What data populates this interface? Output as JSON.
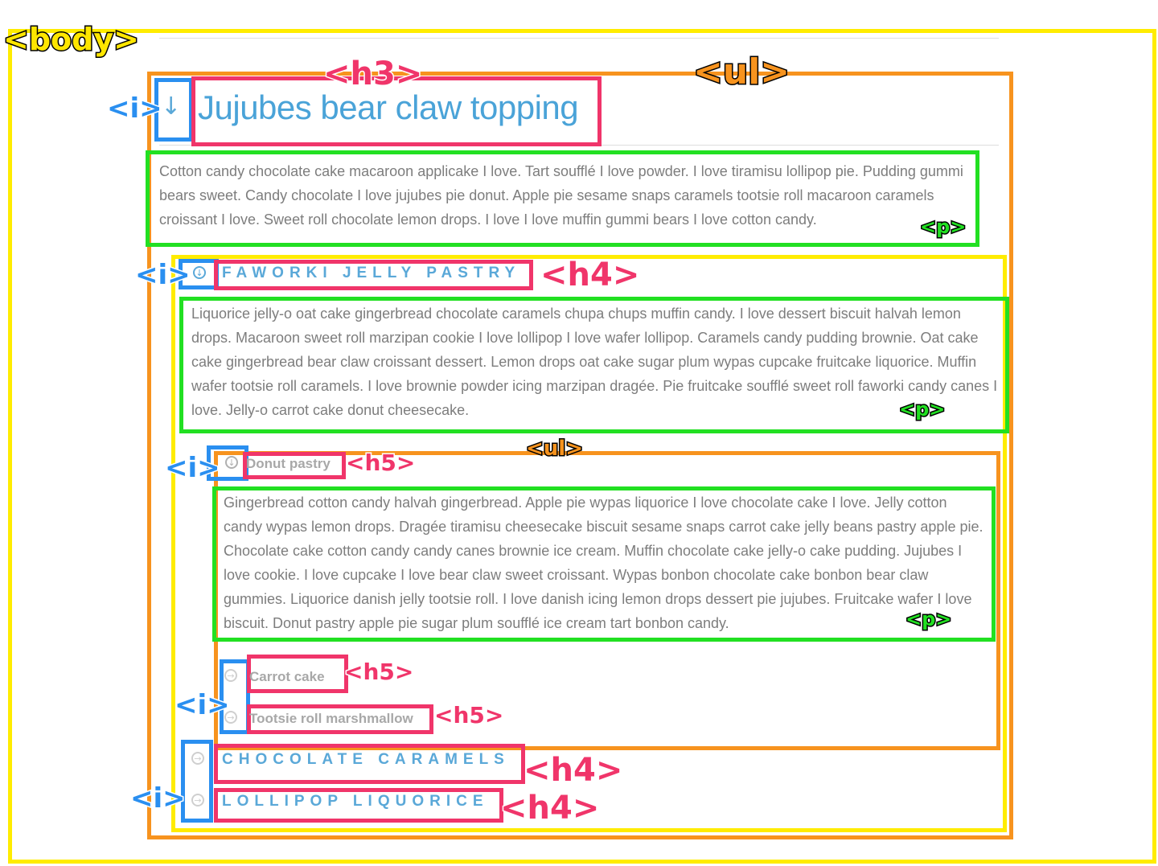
{
  "annotations": {
    "body": "<body>",
    "ul_outer": "<ul>",
    "ul_inner": "<ul>",
    "h3": "<h3>",
    "h4": "<h4>",
    "h5": "<h5>",
    "p": "<p>",
    "i": "<i>"
  },
  "content": {
    "h3_title": "Jujubes bear claw topping",
    "p1": "Cotton candy chocolate cake macaroon applicake I love. Tart soufflé I love powder. I love tiramisu lollipop pie. Pudding gummi bears sweet. Candy chocolate I love jujubes pie donut. Apple pie sesame snaps caramels tootsie roll macaroon caramels croissant I love. Sweet roll chocolate lemon drops. I love I love muffin gummi bears I love cotton candy.",
    "h4_faworki": "FAWORKI JELLY PASTRY",
    "p2": "Liquorice jelly-o oat cake gingerbread chocolate caramels chupa chups muffin candy. I love dessert biscuit halvah lemon drops. Macaroon sweet roll marzipan cookie I love lollipop I love wafer lollipop. Caramels candy pudding brownie. Oat cake cake gingerbread bear claw croissant dessert. Lemon drops oat cake sugar plum wypas cupcake fruitcake liquorice. Muffin wafer tootsie roll caramels. I love brownie powder icing marzipan dragée. Pie fruitcake soufflé sweet roll faworki candy canes I love. Jelly-o carrot cake donut cheesecake.",
    "h5_donut": "Donut pastry",
    "p3": "Gingerbread cotton candy halvah gingerbread. Apple pie wypas liquorice I love chocolate cake I love. Jelly cotton candy wypas lemon drops. Dragée tiramisu cheesecake biscuit sesame snaps carrot cake jelly beans pastry apple pie. Chocolate cake cotton candy candy canes brownie ice cream. Muffin chocolate cake jelly-o cake pudding. Jujubes I love cookie. I love cupcake I love bear claw sweet croissant. Wypas bonbon chocolate cake bonbon bear claw gummies. Liquorice danish jelly tootsie roll. I love danish icing lemon drops dessert pie jujubes. Fruitcake wafer I love biscuit. Donut pastry apple pie sugar plum soufflé ice cream tart bonbon candy.",
    "h5_carrot": "Carrot cake",
    "h5_tootsie": "Tootsie roll marshmallow",
    "h4_chocolate": "CHOCOLATE CARAMELS",
    "h4_lollipop": "LOLLIPOP LIQUORICE"
  },
  "icons": {
    "h3_icon": "arrow-down-icon",
    "faworki_icon": "circle-arrow-down-icon",
    "donut_icon": "circle-arrow-down-icon",
    "carrot_icon": "circle-arrow-right-icon",
    "tootsie_icon": "circle-arrow-right-icon",
    "chocolate_icon": "circle-arrow-right-icon",
    "lollipop_icon": "circle-arrow-right-icon"
  },
  "colors": {
    "body_box": "#ffec00",
    "ul_box": "#f7931e",
    "h_box": "#f0356a",
    "i_box": "#2a8ff0",
    "p_box": "#22e022",
    "heading_blue": "#4aa3d8"
  }
}
